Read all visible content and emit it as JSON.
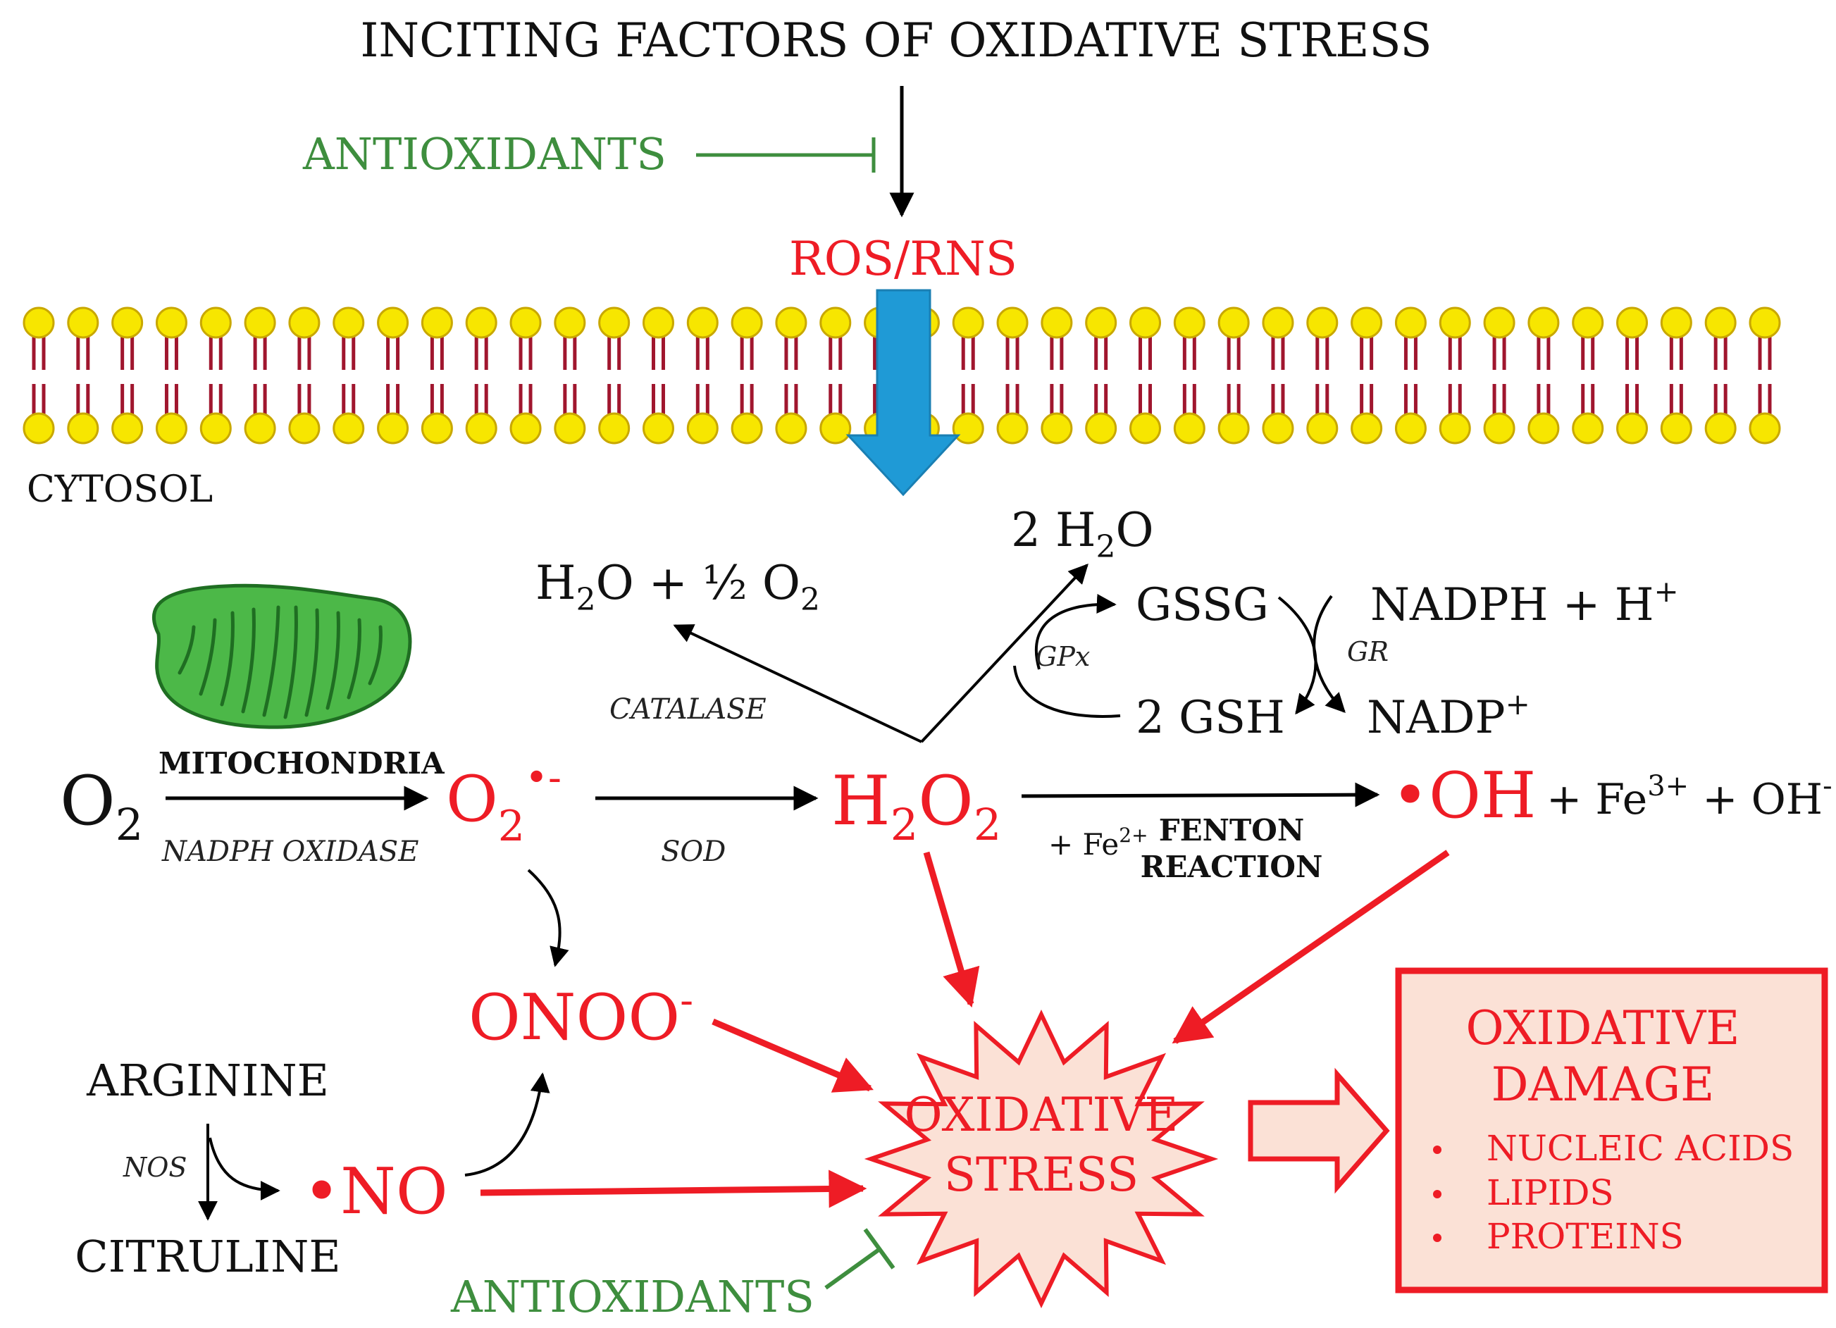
{
  "title": "INCITING FACTORS OF OXIDATIVE STRESS",
  "antioxidants_top": "ANTIOXIDANTS",
  "antioxidants_bottom": "ANTIOXIDANTS",
  "ros_rns": "ROS/RNS",
  "cytosol": "CYTOSOL",
  "catalase_product": {
    "a": "H",
    "a_sub": "2",
    "b": "O + ½ O",
    "b_sub": "2"
  },
  "two_h2o": {
    "a": "2 H",
    "a_sub": "2",
    "b": "O"
  },
  "gssg": "GSSG",
  "nadph": {
    "a": "NADPH + H",
    "a_sup": "+"
  },
  "gpx": "GPx",
  "gr": "GR",
  "catalase": "CATALASE",
  "two_gsh": "2 GSH",
  "nadp": {
    "a": "NADP",
    "a_sup": "+"
  },
  "mitochondria": "MITOCHONDRIA",
  "nadph_oxidase": "NADPH OXIDASE",
  "o2": {
    "a": "O",
    "a_sub": "2"
  },
  "superoxide": {
    "a": "O",
    "a_sub": "2",
    "a_sup": "•-"
  },
  "sod": "SOD",
  "h2o2": {
    "a": "H",
    "a_sub1": "2",
    "b": "O",
    "a_sub2": "2"
  },
  "fe2": {
    "a": "+ Fe",
    "a_sup": "2+"
  },
  "fenton_line1": "FENTON",
  "fenton_line2": "REACTION",
  "hydroxyl": "•OH",
  "hydroxyl_tail": {
    "a": "+ Fe",
    "a_sup": "3+",
    "b": " + OH",
    "b_sup": "-"
  },
  "peroxynitrite": {
    "a": "ONOO",
    "a_sup": "-"
  },
  "arginine": "ARGININE",
  "nos": "NOS",
  "citruline": "CITRULINE",
  "nitric_oxide": "•NO",
  "oxidative_stress_line1": "OXIDATIVE",
  "oxidative_stress_line2": "STRESS",
  "damage": {
    "title_line1": "OXIDATIVE",
    "title_line2": "DAMAGE",
    "items": [
      "NUCLEIC ACIDS",
      "LIPIDS",
      "PROTEINS"
    ]
  },
  "colors": {
    "red": "#ee1c25",
    "green": "#3e8e3e",
    "membrane_head": "#f7e600",
    "membrane_tail": "#a0162e",
    "blue_arrow": "#1f9ad6",
    "mito_fill": "#4cb848",
    "stress_fill": "#fbe1d6"
  }
}
